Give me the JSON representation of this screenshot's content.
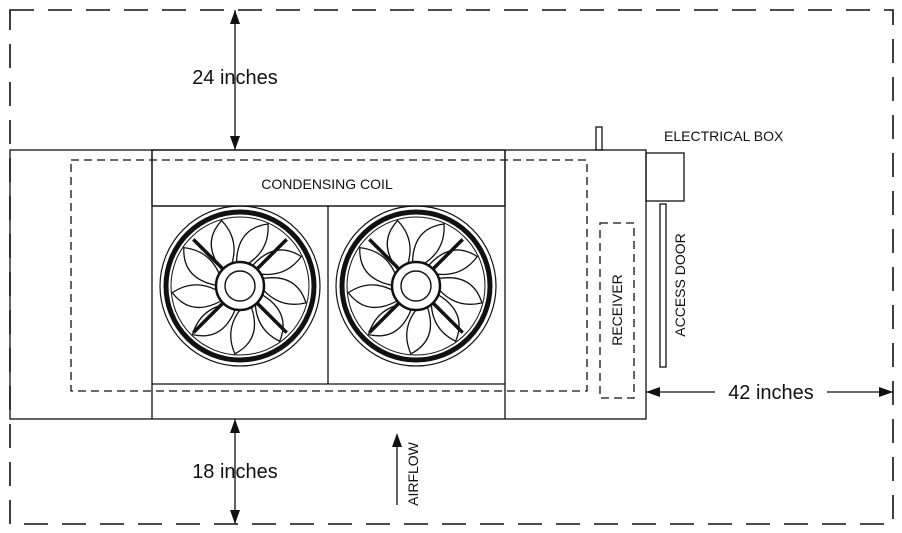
{
  "labels": {
    "top_clearance": "24 inches",
    "bottom_clearance": "18 inches",
    "side_clearance": "42 inches",
    "condensing_coil": "CONDENSING COIL",
    "electrical_box": "ELECTRICAL BOX",
    "access_door": "ACCESS DOOR",
    "receiver": "RECEIVER",
    "airflow": "AIRFLOW"
  },
  "fans": {
    "count": 2,
    "blades": 9
  }
}
